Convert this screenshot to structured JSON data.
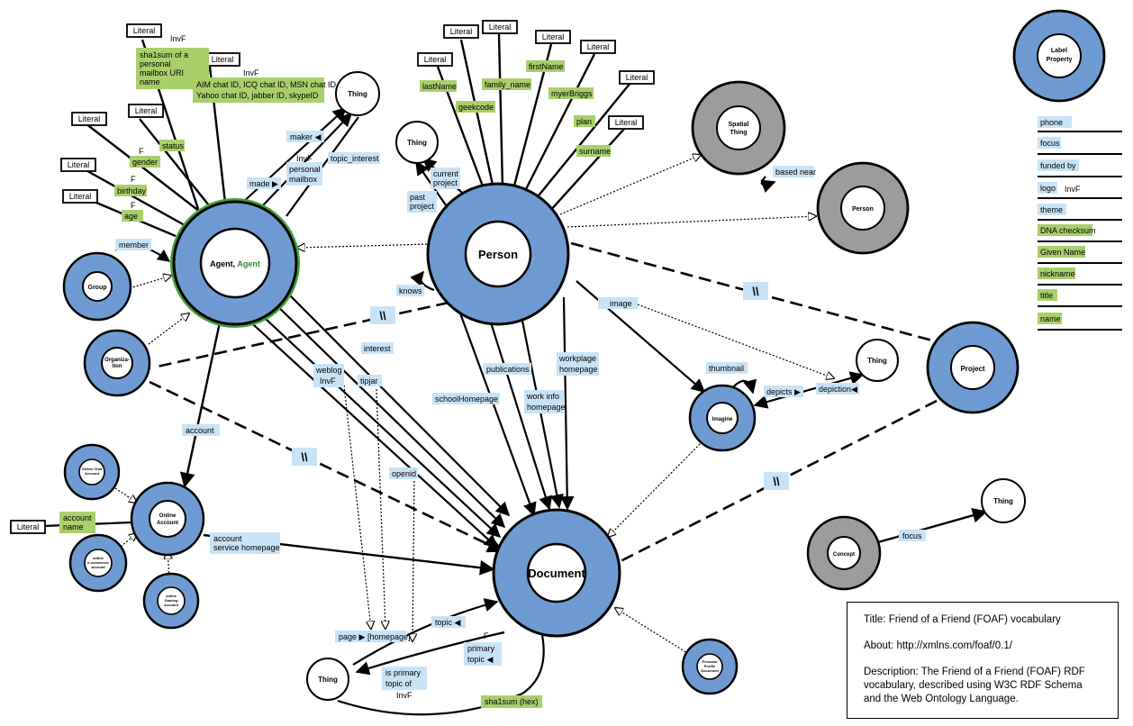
{
  "colors": {
    "class_fill": "#6f9bd3",
    "gray_fill": "#9c9c9c",
    "blue_label": "#c9e3f6",
    "green_label": "#a9cf6b",
    "agent_ring": "#3fa33a"
  },
  "nodes": {
    "agent_name": "Agent,",
    "agent_name2": "Agent",
    "person": "Person",
    "document": "Document",
    "group": "Group",
    "organization": "Organiza-",
    "organization2": "tion",
    "imagine": "Imagine",
    "project": "Project",
    "online_account": "Online",
    "online_account2": "Account",
    "concept": "Concept",
    "spatial1": "Spatial",
    "spatial2": "Thing",
    "person_gray": "Person",
    "thing": "Thing",
    "literal": "Literal",
    "online_chat1": "Online Chat",
    "online_chat2": "Account",
    "online_ecom1": "online",
    "online_ecom2": "e-commerce",
    "online_ecom3": "account",
    "online_gaming1": "online",
    "online_gaming2": "Gaming",
    "online_gaming3": "Account",
    "ppd1": "Personal",
    "ppd2": "Profile",
    "ppd3": "Document"
  },
  "legend": {
    "label1": "Label",
    "label2": "Property",
    "items": [
      {
        "text": "phone",
        "tag": ""
      },
      {
        "text": "focus",
        "tag": ""
      },
      {
        "text": "funded by",
        "tag": ""
      },
      {
        "text": "logo",
        "tag": "InvF"
      },
      {
        "text": "theme",
        "tag": ""
      },
      {
        "text": "DNA checksum",
        "tag": ""
      },
      {
        "text": "Given Name",
        "tag": ""
      },
      {
        "text": "nickname",
        "tag": ""
      },
      {
        "text": "title",
        "tag": ""
      },
      {
        "text": "name",
        "tag": ""
      }
    ]
  },
  "properties": {
    "member": "member",
    "account": "account",
    "account_name1": "account",
    "account_name2": "name",
    "account_service1": "account",
    "account_service2": "service homepage",
    "status": "status",
    "gender": "gender",
    "birthday": "birthday",
    "age": "age",
    "f": "F",
    "invf": "InvF",
    "sha1_1": "sha1sum of a",
    "sha1_2": "personal",
    "sha1_3": "mailbox URI",
    "sha1_4": "name",
    "aim1": "AIM chat ID, ICQ chat ID, MSN chat ID,",
    "aim2": "Yahoo chat ID, jabber ID, skypeID",
    "maker": "maker ◀",
    "made": "made ▶",
    "mbox1": "InvF",
    "mbox2": "personal",
    "mbox3": "mailbox",
    "topic_interest": "topic_interest",
    "interest": "interest",
    "weblog": "weblog",
    "weblog_invf": "InvF",
    "tipjar": "tipjar",
    "openid": "openid",
    "knows": "knows",
    "past1": "past",
    "past2": "project",
    "current1": "current",
    "current2": "project",
    "lastname": "lastName",
    "geekcode": "geekcode",
    "family_name": "family_name",
    "firstname": "firstName",
    "myersbriggs": "myerBriggs",
    "plan": "plan",
    "surname": "surname",
    "image": "image",
    "publications": "publications",
    "school": "schoolHomepage",
    "workinfo1": "work info",
    "workinfo2": "homepage",
    "workplace1": "workplage",
    "workplace2": "homepage",
    "based_near": "based near",
    "thumbnail": "thumbnail",
    "depicts": "depicts ▶",
    "depiction": "depiction◀",
    "focus": "focus",
    "page": "page ▶ [homepage]",
    "topic": "topic ◀",
    "primary1": "primary",
    "primary2": "topic ◀",
    "isprimary1": "is primary",
    "isprimary2": "topic of",
    "sha1hex": "sha1sum (hex)",
    "disjoint": "\\\\"
  },
  "info": {
    "title": "Title: Friend of a Friend (FOAF) vocabulary",
    "about": "About: http://xmlns.com/foaf/0.1/",
    "description": "Description: The Friend of a Friend (FOAF) RDF vocabulary, described using W3C RDF Schema and the Web Ontology Language."
  }
}
